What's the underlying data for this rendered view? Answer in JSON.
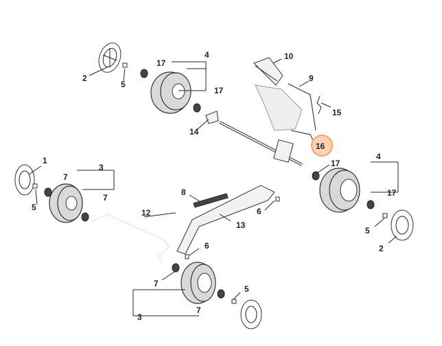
{
  "diagram": {
    "labels": {
      "l_1": "1",
      "l_2_top": "2",
      "l_2_right": "2",
      "l_3_left": "3",
      "l_3_bottom": "3",
      "l_4_top": "4",
      "l_4_right": "4",
      "l_5_topleft": "5",
      "l_5_left": "5",
      "l_5_right": "5",
      "l_5_bottom": "5",
      "l_6_mid": "6",
      "l_6_bottom": "6",
      "l_7_a": "7",
      "l_7_b": "7",
      "l_7_c": "7",
      "l_7_d": "7",
      "l_8": "8",
      "l_9": "9",
      "l_10": "10",
      "l_12": "12",
      "l_13": "13",
      "l_14": "14",
      "l_15": "15",
      "l_16": "16",
      "l_17_a": "17",
      "l_17_b": "17",
      "l_17_c": "17",
      "l_17_d": "17"
    },
    "highlight_color": "#f4a46a",
    "highlight_fill": "#fbd2b3"
  }
}
